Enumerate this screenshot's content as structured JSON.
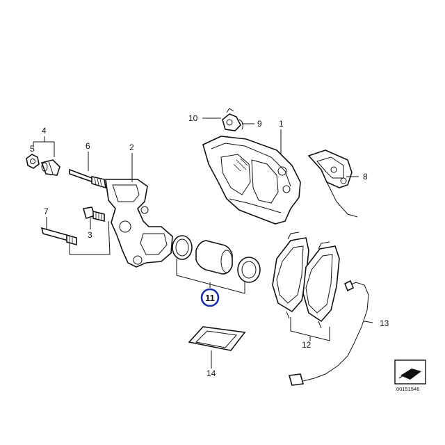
{
  "diagram": {
    "callouts": [
      {
        "id": "1",
        "label": "1"
      },
      {
        "id": "2",
        "label": "2"
      },
      {
        "id": "3",
        "label": "3"
      },
      {
        "id": "4",
        "label": "4"
      },
      {
        "id": "5",
        "label": "5"
      },
      {
        "id": "6",
        "label": "6"
      },
      {
        "id": "7",
        "label": "7"
      },
      {
        "id": "8",
        "label": "8"
      },
      {
        "id": "9",
        "label": "9"
      },
      {
        "id": "10",
        "label": "10"
      },
      {
        "id": "11",
        "label": "11",
        "highlighted": true
      },
      {
        "id": "12",
        "label": "12"
      },
      {
        "id": "13",
        "label": "13"
      },
      {
        "id": "14",
        "label": "14"
      }
    ],
    "highlight_color": "#1a2fa8",
    "diagram_code": "00151546"
  }
}
